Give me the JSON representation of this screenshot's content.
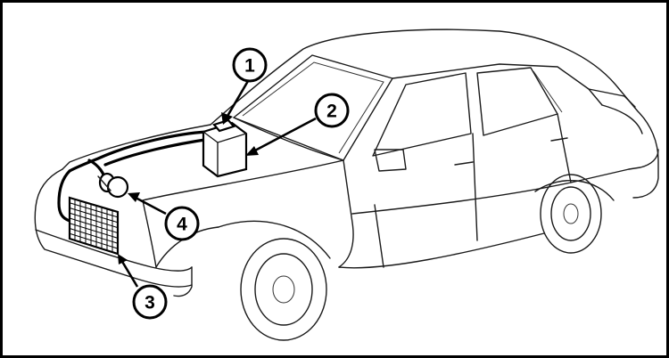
{
  "diagram": {
    "callouts": [
      {
        "label": "1"
      },
      {
        "label": "2"
      },
      {
        "label": "3"
      },
      {
        "label": "4"
      }
    ],
    "colors": {
      "line": "#000000",
      "background": "#ffffff"
    }
  }
}
